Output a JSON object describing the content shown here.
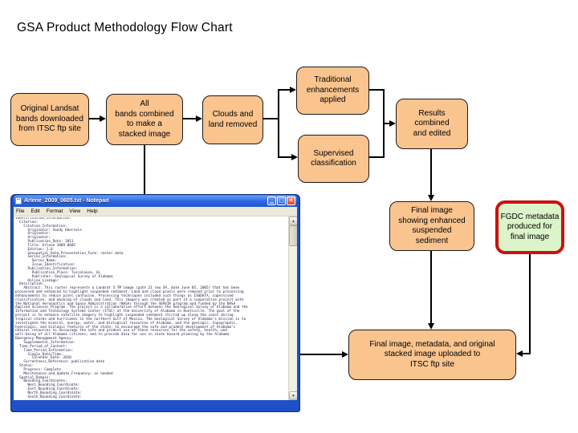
{
  "slide": {
    "title": "GSA Product Methodology Flow Chart"
  },
  "colors": {
    "box_fill": "#FAC48F",
    "box_border": "#1a1a1a",
    "fgdc_fill": "#DCF4C9",
    "fgdc_border": "#CC1111",
    "connector": "#000000",
    "titlebar_blue": "#2d66dd",
    "menubar_gray": "#ECE9D8"
  },
  "flowchart": {
    "boxes": [
      {
        "id": "original-landsat",
        "label": "Original Landsat\nbands downloaded\nfrom ITSC ftp site"
      },
      {
        "id": "bands-combined",
        "label": "All\nbands combined\nto make a\nstacked image"
      },
      {
        "id": "clouds-removed",
        "label": "Clouds and\nland removed"
      },
      {
        "id": "traditional-enhancements",
        "label": "Traditional\nenhancements\napplied"
      },
      {
        "id": "supervised-classification",
        "label": "Supervised\nclassification"
      },
      {
        "id": "results-combined",
        "label": "Results\ncombined\nand edited"
      },
      {
        "id": "final-image",
        "label": "Final image\nshowing enhanced\nsuspended\nsediment"
      },
      {
        "id": "fgdc-metadata",
        "label": "FGDC metadata\nproduced for\nfinal image"
      },
      {
        "id": "upload-ftp",
        "label": "Final image, metadata, and original\nstacked image uploaded to\nITSC ftp site"
      }
    ]
  },
  "notepad": {
    "title": "Arlene_2009_0605.txt - Notepad",
    "menu": [
      "File",
      "Edit",
      "Format",
      "View",
      "Help"
    ],
    "buttons": {
      "minimize": "▁",
      "maximize": "□",
      "close": "✕"
    },
    "scroll": {
      "up": "▲",
      "down": "▼"
    },
    "content_lines": [
      "Identification_Information:",
      "  Citation:",
      "    Citation_Information:",
      "      Originator: Sandy Ebersole",
      "      Originator:",
      "      Originator:",
      "      Publication_Date: 2011",
      "      Title: Arlene 2009 0605",
      "      Edition: 1.0",
      "      Geospatial_Data_Presentation_Form: raster data",
      "      Series_Information:",
      "        Series_Name:",
      "        Issue_Identification:",
      "      Publication_Information:",
      "        Publication_Place: Tuscaloosa, AL",
      "        Publisher: Geological Survey of Alabama",
      "      Online_Linkage:",
      "  Description:",
      "    Abstract: This raster represents a Landsat 5 TM image (path 21 row 39, date June 05, 2005) that has been",
      "processed and enhanced to highlight suspended sediment. Land and cloud pixels were removed prior to processing",
      "enhancements to reduce pixel confusion. Processing techniques included such things as ISODATA, supervised",
      "classification, and masking of clouds and land. This imagery was created as part of a cooperative project with",
      "the National Aeronautics and Space Administration (NASA) through the SERVIR program and funded by the NASA",
      "Applied Sciences Program. The project is a collaborative effort between the Geological Survey of Alabama and the",
      "Information and Technology Systems Center (ITSC) at the University of Alabama in Huntsville. The goal of the",
      "project is to enhance satellite imagery to highlight suspended sediment stirred up along the coast during",
      "tropical storms and hurricanes in the northern Gulf of Mexico. The Geological Survey of Alabama's mission is to",
      "investigate the mineral, energy, water, and biological resources of Alabama, and the geologic, topographic,",
      "hydrologic, and biologic features of the state; to encourage the safe and prudent development of Alabama's",
      "natural resources to encourage the safe and prudent use of these resources for the safety, health, and",
      "well-being of all Alabama citizens; and to provide data for use in state hazard planning by the Alabama",
      "Emergency Management Agency.",
      "    Supplemental_Information:",
      "  Time_Period_of_Content:",
      "    Time_Period_Information:",
      "      Single_Date/Time:",
      "        Calendar_Date: 2010",
      "    Currentness_Reference: publication date",
      "  Status:",
      "    Progress: Complete",
      "    Maintenance_and_Update_Frequency: as needed",
      "  Spatial_Domain:",
      "    Bounding_Coordinates:",
      "      West_Bounding_Coordinate:",
      "      East_Bounding_Coordinate:",
      "      North_Bounding_Coordinate:",
      "      South_Bounding_Coordinate:"
    ]
  }
}
